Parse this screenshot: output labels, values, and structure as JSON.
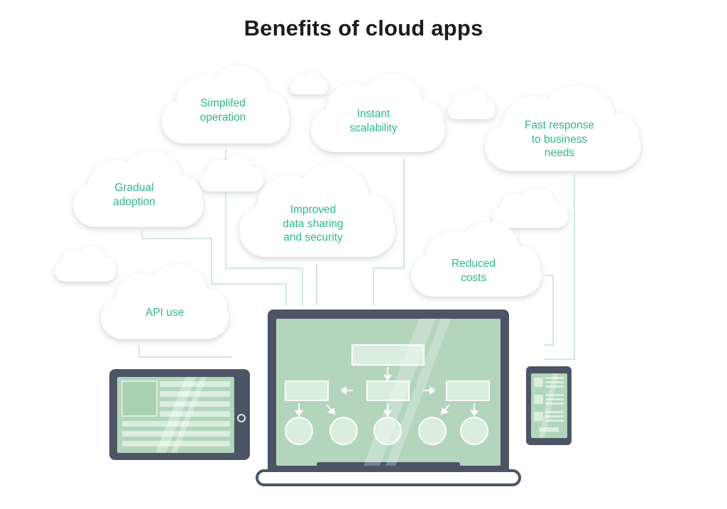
{
  "title": "Benefits of cloud apps",
  "colors": {
    "accent_text": "#2eb88a",
    "cloud_fill": "#ffffff",
    "cloud_shadow": "#d9dde0",
    "connector_line": "#d4e6de",
    "device_frame": "#4c5465",
    "screen_fill": "#b3d5bb",
    "screen_box": "#dbeede",
    "arrow": "#ffffff"
  },
  "benefits": [
    {
      "id": "simplified-operation",
      "label": "Simplifed\noperation"
    },
    {
      "id": "instant-scalability",
      "label": "Instant\nscalability"
    },
    {
      "id": "fast-response",
      "label": "Fast response\nto business\nneeds"
    },
    {
      "id": "gradual-adoption",
      "label": "Gradual\nadoption"
    },
    {
      "id": "improved-data-sharing",
      "label": "Improved\ndata sharing\nand security"
    },
    {
      "id": "reduced-costs",
      "label": "Reduced\ncosts"
    },
    {
      "id": "api-use",
      "label": "API use"
    }
  ],
  "devices": [
    {
      "id": "tablet",
      "icon": "tablet-icon"
    },
    {
      "id": "laptop",
      "icon": "laptop-icon"
    },
    {
      "id": "phone",
      "icon": "smartphone-icon"
    }
  ]
}
